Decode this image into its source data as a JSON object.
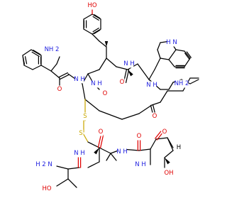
{
  "colors": {
    "carbon_bond": "#000000",
    "nitrogen": "#2020e0",
    "oxygen": "#e00000",
    "sulfur": "#c9a800",
    "background": "#ffffff"
  },
  "atom_labels": {
    "oh_tyr": "HO",
    "nh_indole": "H N",
    "nh2_n_term": "NH 2",
    "nh2_lys": "NH 2",
    "o_phe": "O",
    "nh_phe_cys": "N H",
    "nh_cys_tyr": "N H",
    "o_tyr": "O",
    "nh_tyr_trp": "N H",
    "o_trp": "O",
    "nh_trp_lys": "N H",
    "o_cys": "O",
    "s1": "S",
    "s2": "S",
    "o_lys": "O",
    "o_ring": "O",
    "nh_ring": "N H",
    "nh_thr": "N H",
    "oh_thr": "OH",
    "o_amide": "O",
    "nh2_amide": "H 2 N",
    "nh_pen": "N H",
    "oh_c_term": "HO",
    "stereo_h": "H"
  }
}
